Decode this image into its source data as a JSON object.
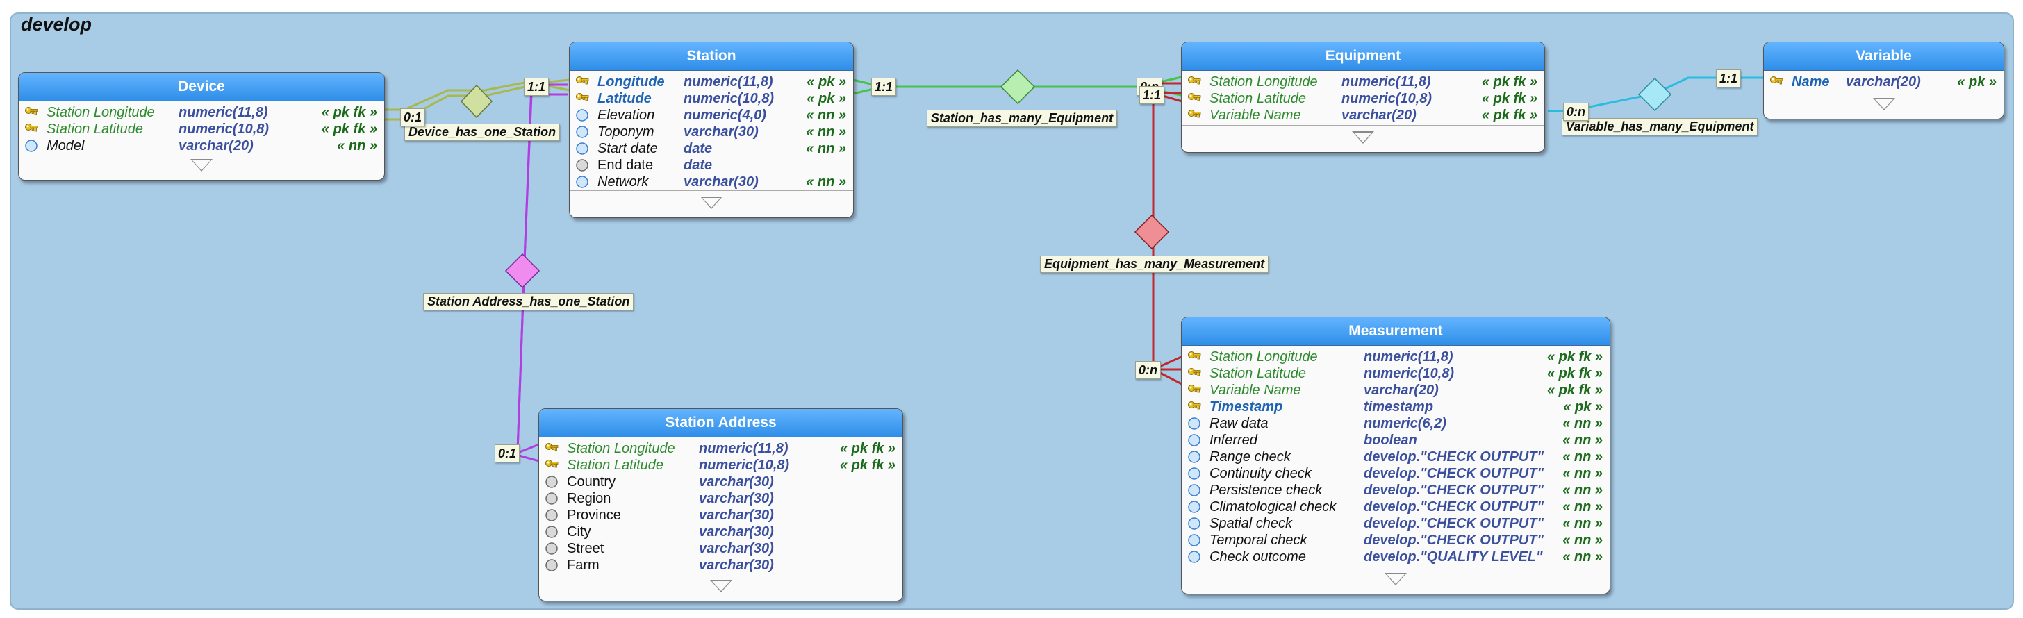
{
  "schema": {
    "title": "develop"
  },
  "colors": {
    "device_link": "#a8b84a",
    "device_diamond": "#cfe0a0",
    "station_link": "#48c248",
    "station_diamond": "#b8efb0",
    "variable_link": "#28bde0",
    "variable_diamond": "#a6e8f6",
    "measurement_link": "#c1272d",
    "measurement_diamond": "#ef8f95",
    "address_link": "#b23de0",
    "address_diamond": "#f08cf0",
    "key_icon": "#e8c020",
    "pk_name": "#1f64b4",
    "fk_name": "#2e8b2e",
    "type": "#3a4f9e",
    "constraint": "#1c6b1c"
  },
  "tables": {
    "device": {
      "name": "Device",
      "columns": [
        {
          "name": "Station Longitude",
          "type": "numeric(11,8)",
          "constraint": "« pk fk »",
          "icon": "key-icon",
          "style": "fk"
        },
        {
          "name": "Station Latitude",
          "type": "numeric(10,8)",
          "constraint": "« pk fk »",
          "icon": "key-icon",
          "style": "fk"
        },
        {
          "name": "Model",
          "type": "varchar(20)",
          "constraint": "« nn »",
          "icon": "column-circle-icon",
          "style": "plain"
        }
      ]
    },
    "station": {
      "name": "Station",
      "columns": [
        {
          "name": "Longitude",
          "type": "numeric(11,8)",
          "constraint": "« pk »",
          "icon": "key-icon",
          "style": "pk"
        },
        {
          "name": "Latitude",
          "type": "numeric(10,8)",
          "constraint": "« pk »",
          "icon": "key-icon",
          "style": "pk"
        },
        {
          "name": "Elevation",
          "type": "numeric(4,0)",
          "constraint": "« nn »",
          "icon": "column-circle-icon",
          "style": "plain"
        },
        {
          "name": "Toponym",
          "type": "varchar(30)",
          "constraint": "« nn »",
          "icon": "column-circle-icon",
          "style": "plain"
        },
        {
          "name": "Start date",
          "type": "date",
          "constraint": "« nn »",
          "icon": "column-circle-icon",
          "style": "plain"
        },
        {
          "name": "End date",
          "type": "date",
          "constraint": "",
          "icon": "nullable-circle-icon",
          "style": "plain upright"
        },
        {
          "name": "Network",
          "type": "varchar(30)",
          "constraint": "« nn »",
          "icon": "column-circle-icon",
          "style": "plain"
        }
      ]
    },
    "equipment": {
      "name": "Equipment",
      "columns": [
        {
          "name": "Station Longitude",
          "type": "numeric(11,8)",
          "constraint": "« pk fk »",
          "icon": "key-icon",
          "style": "fk"
        },
        {
          "name": "Station Latitude",
          "type": "numeric(10,8)",
          "constraint": "« pk fk »",
          "icon": "key-icon",
          "style": "fk"
        },
        {
          "name": "Variable Name",
          "type": "varchar(20)",
          "constraint": "« pk fk »",
          "icon": "key-icon",
          "style": "fk"
        }
      ]
    },
    "variable": {
      "name": "Variable",
      "columns": [
        {
          "name": "Name",
          "type": "varchar(20)",
          "constraint": "« pk »",
          "icon": "key-icon",
          "style": "pk"
        }
      ]
    },
    "measurement": {
      "name": "Measurement",
      "columns": [
        {
          "name": "Station Longitude",
          "type": "numeric(11,8)",
          "constraint": "« pk fk »",
          "icon": "key-icon",
          "style": "fk"
        },
        {
          "name": "Station Latitude",
          "type": "numeric(10,8)",
          "constraint": "« pk fk »",
          "icon": "key-icon",
          "style": "fk"
        },
        {
          "name": "Variable Name",
          "type": "varchar(20)",
          "constraint": "« pk fk »",
          "icon": "key-icon",
          "style": "fk"
        },
        {
          "name": "Timestamp",
          "type": "timestamp",
          "constraint": "« pk »",
          "icon": "key-icon",
          "style": "pk"
        },
        {
          "name": "Raw data",
          "type": "numeric(6,2)",
          "constraint": "« nn »",
          "icon": "column-circle-icon",
          "style": "plain"
        },
        {
          "name": "Inferred",
          "type": "boolean",
          "constraint": "« nn »",
          "icon": "column-circle-icon",
          "style": "plain"
        },
        {
          "name": "Range check",
          "type": "develop.\"CHECK OUTPUT\"",
          "constraint": "« nn »",
          "icon": "column-circle-icon",
          "style": "plain"
        },
        {
          "name": "Continuity check",
          "type": "develop.\"CHECK OUTPUT\"",
          "constraint": "« nn »",
          "icon": "column-circle-icon",
          "style": "plain"
        },
        {
          "name": "Persistence check",
          "type": "develop.\"CHECK OUTPUT\"",
          "constraint": "« nn »",
          "icon": "column-circle-icon",
          "style": "plain"
        },
        {
          "name": "Climatological check",
          "type": "develop.\"CHECK OUTPUT\"",
          "constraint": "« nn »",
          "icon": "column-circle-icon",
          "style": "plain"
        },
        {
          "name": "Spatial check",
          "type": "develop.\"CHECK OUTPUT\"",
          "constraint": "« nn »",
          "icon": "column-circle-icon",
          "style": "plain"
        },
        {
          "name": "Temporal check",
          "type": "develop.\"CHECK OUTPUT\"",
          "constraint": "« nn »",
          "icon": "column-circle-icon",
          "style": "plain"
        },
        {
          "name": "Check outcome",
          "type": "develop.\"QUALITY LEVEL\"",
          "constraint": "« nn »",
          "icon": "column-circle-icon",
          "style": "plain"
        }
      ]
    },
    "station_address": {
      "name": "Station Address",
      "columns": [
        {
          "name": "Station Longitude",
          "type": "numeric(11,8)",
          "constraint": "« pk fk »",
          "icon": "key-icon",
          "style": "fk"
        },
        {
          "name": "Station Latitude",
          "type": "numeric(10,8)",
          "constraint": "« pk fk »",
          "icon": "key-icon",
          "style": "fk"
        },
        {
          "name": "Country",
          "type": "varchar(30)",
          "constraint": "",
          "icon": "nullable-circle-icon",
          "style": "plain upright"
        },
        {
          "name": "Region",
          "type": "varchar(30)",
          "constraint": "",
          "icon": "nullable-circle-icon",
          "style": "plain upright"
        },
        {
          "name": "Province",
          "type": "varchar(30)",
          "constraint": "",
          "icon": "nullable-circle-icon",
          "style": "plain upright"
        },
        {
          "name": "City",
          "type": "varchar(30)",
          "constraint": "",
          "icon": "nullable-circle-icon",
          "style": "plain upright"
        },
        {
          "name": "Street",
          "type": "varchar(30)",
          "constraint": "",
          "icon": "nullable-circle-icon",
          "style": "plain upright"
        },
        {
          "name": "Farm",
          "type": "varchar(30)",
          "constraint": "",
          "icon": "nullable-circle-icon",
          "style": "plain upright"
        }
      ]
    }
  },
  "relationships": {
    "device_station": {
      "label": "Device_has_one_Station",
      "card_device": "0:1",
      "card_station": "1:1"
    },
    "station_equipment": {
      "label": "Station_has_many_Equipment",
      "card_station": "1:1",
      "card_equipment": "0:n"
    },
    "variable_equipment": {
      "label": "Variable_has_many_Equipment",
      "card_equipment": "0:n",
      "card_variable": "1:1"
    },
    "equipment_measurement": {
      "label": "Equipment_has_many_Measurement",
      "card_equipment": "1:1",
      "card_measurement": "0:n"
    },
    "address_station": {
      "label": "Station Address_has_one_Station",
      "card_address": "0:1"
    }
  }
}
